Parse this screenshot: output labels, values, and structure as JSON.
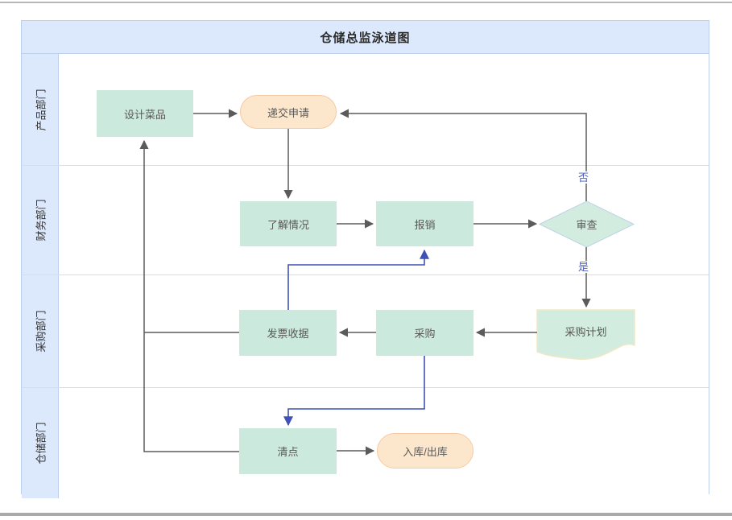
{
  "diagram": {
    "title": "仓储总监泳道图"
  },
  "lanes": [
    {
      "label": "产品部门"
    },
    {
      "label": "财务部门"
    },
    {
      "label": "采购部门"
    },
    {
      "label": "仓储部门"
    }
  ],
  "nodes": {
    "design_dish": {
      "label": "设计菜品",
      "type": "process"
    },
    "submit_apply": {
      "label": "递交申请",
      "type": "terminator"
    },
    "understand": {
      "label": "了解情况",
      "type": "process"
    },
    "reimburse": {
      "label": "报销",
      "type": "process"
    },
    "review": {
      "label": "审查",
      "type": "decision"
    },
    "invoice": {
      "label": "发票收据",
      "type": "process"
    },
    "purchase": {
      "label": "采购",
      "type": "process"
    },
    "purchase_plan": {
      "label": "采购计划",
      "type": "document"
    },
    "count": {
      "label": "清点",
      "type": "process"
    },
    "in_out": {
      "label": "入库/出库",
      "type": "terminator"
    }
  },
  "edge_labels": {
    "no": "否",
    "yes": "是"
  },
  "colors": {
    "lane_header_fill": "#dce8fb",
    "lane_border": "#bcd0ee",
    "process_fill": "#cbe9dd",
    "terminator_fill": "#fde7cc",
    "terminator_border": "#f5c9a4",
    "decision_fill": "#d2ecdf",
    "decision_border": "#bdd2e8",
    "document_border": "#f2e8c6",
    "connector_gray": "#5b5b5b",
    "connector_blue": "#3f51b5",
    "edge_label_blue": "#4a5ec4"
  }
}
